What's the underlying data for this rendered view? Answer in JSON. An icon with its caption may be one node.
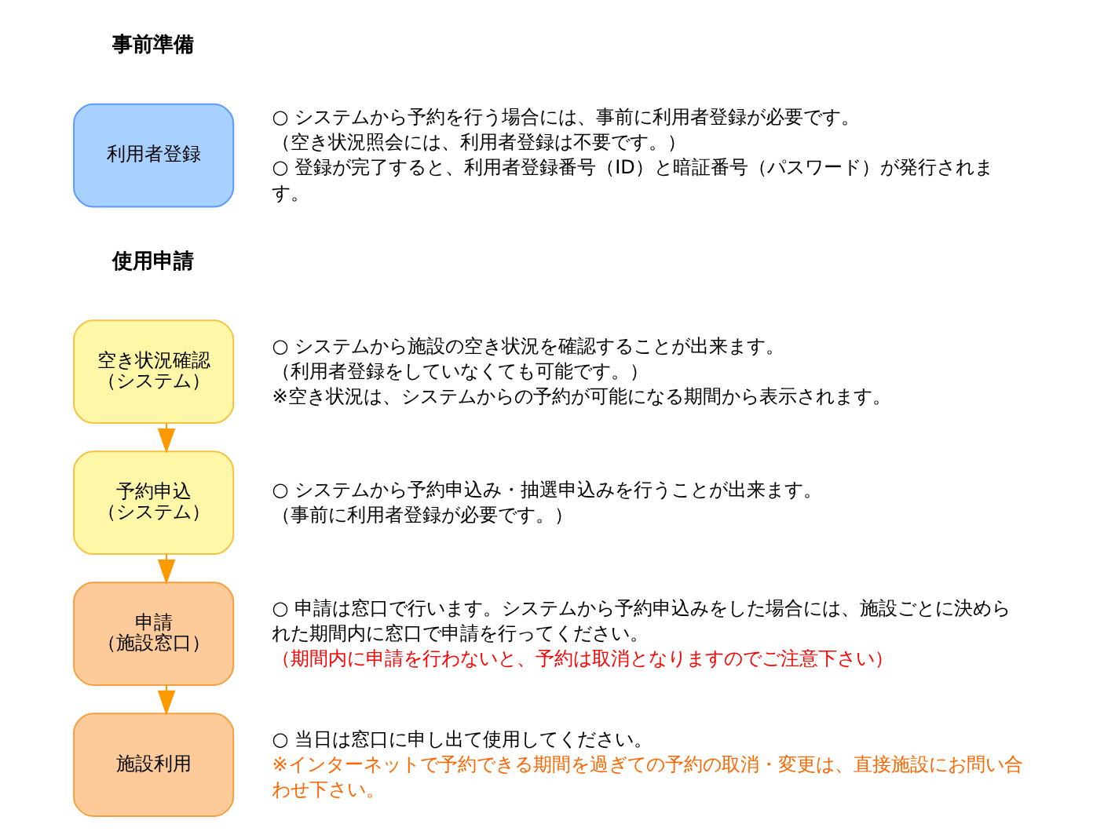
{
  "diagram": {
    "nodes": [
      {
        "text": [
          "利用者登録"
        ],
        "beside": [
          "○ システムから予約を行う場合には、事前に利用者登録が必要です。",
          "（空き状況照会には、利用者登録は不要です。）",
          "○ 登録が完了すると、利用者登録番号（ID）と暗証番号（パスワード）が発行されます。"
        ]
      },
      {
        "text": [
          "空き状況確認",
          "（システム）"
        ],
        "beside": [
          "○ システムから施設の空き状況を確認することが出来ます。",
          "（利用者登録をしていなくても可能です。）",
          "※空き状況は、システムからの予約が可能になる期間から表示されます。"
        ]
      },
      {
        "text": [
          "予約申込",
          "（システム）"
        ],
        "beside": [
          "○ システムから予約申込み・抽選申込みを行うことが出来ます。",
          "（事前に利用者登録が必要です。）"
        ]
      },
      {
        "text": [
          "申請",
          "（施設窓口）"
        ],
        "beside": [
          "○ 申請は窓口で行います。システムから予約申込みをした場合には、施設ごとに決められた期間内に窓口で申請を行ってください。",
          "（期間内に申請を行わないと、予約は取消となりますのでご注意下さい）"
        ]
      },
      {
        "text": [
          "施設利用"
        ],
        "beside": [
          "○ 当日は窓口に申し出て使用してください。",
          "※インターネットで予約できる期間を過ぎての予約の取消・変更は、直接施設にお問い合わせ下さい。"
        ]
      }
    ],
    "edges": [
      {
        "from": 1,
        "to": 2,
        "arrow": "to"
      },
      {
        "from": 2,
        "to": 3,
        "arrow": "to"
      },
      {
        "from": 3,
        "to": 4,
        "arrow": "to"
      }
    ],
    "labels": [
      "事前準備",
      "使用申請"
    ]
  }
}
